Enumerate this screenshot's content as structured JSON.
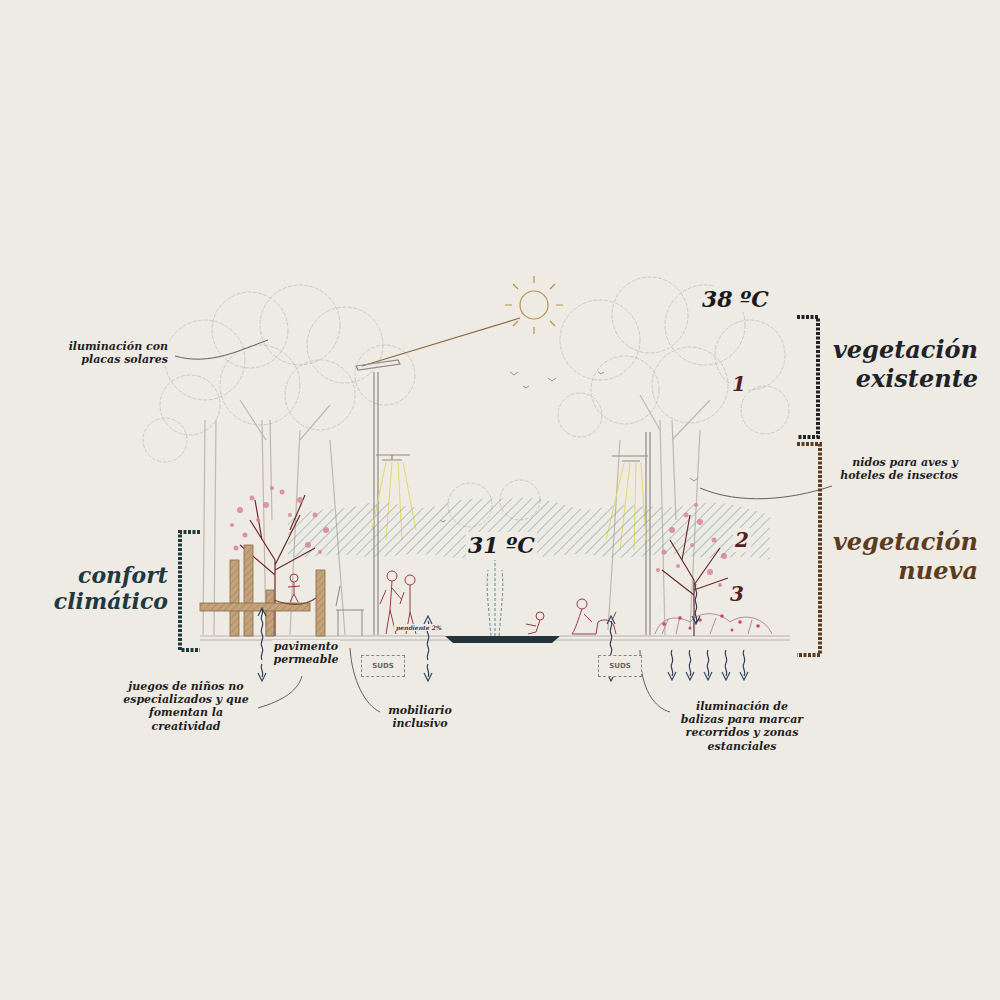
{
  "diagram": {
    "nodes": [
      {
        "text": [
          "SUDS"
        ]
      },
      {
        "text": [
          "SUDS"
        ]
      }
    ],
    "labels": [
      "iluminación con placas solares",
      "38 ºC",
      "vegetación existente",
      "1",
      "nidos para aves y hoteles de insectos",
      "31 ºC",
      "2",
      "vegetación nueva",
      "3",
      "confort climático",
      "pendiente 2%",
      "pavimento permeable",
      "juegos de niños no especializados y que fomentan la creatividad",
      "mobiliario inclusivo",
      "iluminación de balizas para marcar recorridos y zonas estanciales"
    ]
  }
}
